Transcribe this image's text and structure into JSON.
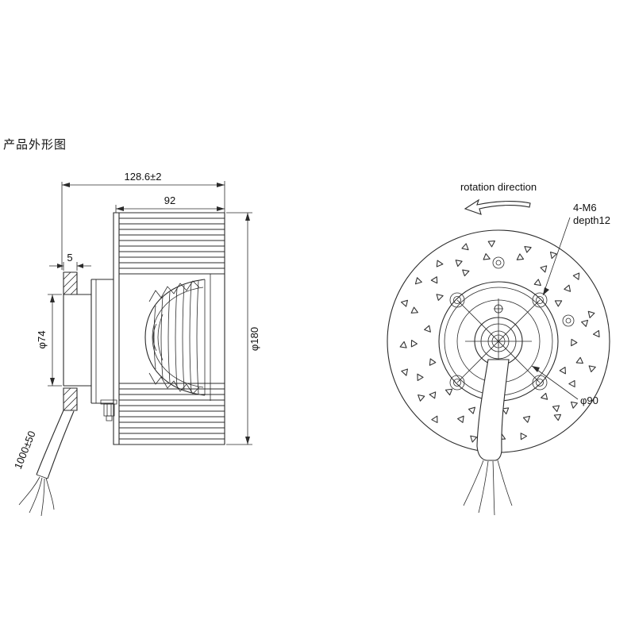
{
  "title": "产品外形图",
  "side_view": {
    "dim_overall_depth": "128.6±2",
    "dim_impeller_depth": "92",
    "dim_flange_thickness": "5",
    "dim_motor_diameter": "φ74",
    "dim_fan_diameter": "φ180",
    "dim_cable_length": "1000±50"
  },
  "front_view": {
    "rotation_label": "rotation direction",
    "mounting_hole_note_line1": "4-M6",
    "mounting_hole_note_line2": "depth12",
    "dim_bolt_circle": "φ90"
  },
  "colors": {
    "line": "#2b2b2b",
    "text": "#111111",
    "background": "#ffffff"
  }
}
